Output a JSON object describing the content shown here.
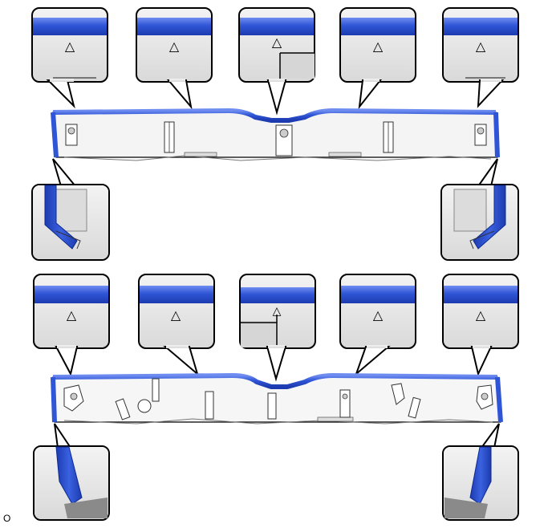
{
  "figure": {
    "reference_code": "O",
    "marker_symbol": "△",
    "colors": {
      "trim_blue": "#2f55d6",
      "trim_blue_dark": "#1d3bb0",
      "trim_blue_light": "#6f8df0",
      "panel_gray": "#e9e9e9",
      "panel_shadow": "#c9c9c9",
      "outline": "#000000",
      "background": "#ffffff"
    },
    "views": [
      {
        "name": "upper-view",
        "detail_callouts": 5,
        "corner_callouts": 2
      },
      {
        "name": "lower-view",
        "detail_callouts": 5,
        "corner_callouts": 2
      }
    ]
  }
}
